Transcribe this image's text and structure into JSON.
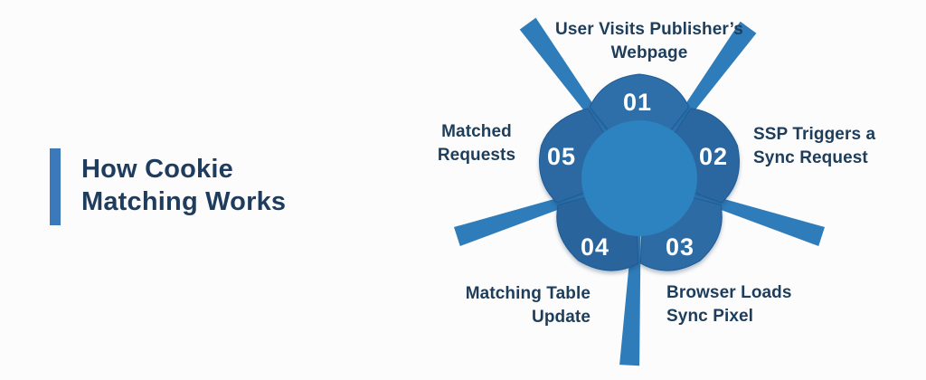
{
  "page": {
    "background": "#fcfcfc"
  },
  "title": {
    "line1": "How Cookie",
    "line2": "Matching Works"
  },
  "diagram": {
    "type": "cycle-flower",
    "steps": [
      {
        "number": "01",
        "line1": "User Visits Publisher’s",
        "line2": "Webpage"
      },
      {
        "number": "02",
        "line1": "SSP Triggers a",
        "line2": "Sync Request"
      },
      {
        "number": "03",
        "line1": "Browser Loads",
        "line2": "Sync Pixel"
      },
      {
        "number": "04",
        "line1": "Matching Table",
        "line2": "Update"
      },
      {
        "number": "05",
        "line1": "Matched",
        "line2": "Requests"
      }
    ]
  },
  "colors": {
    "accent_bar": "#3b79bb",
    "title_text": "#1e3c5e",
    "label_text": "#1e3d5b",
    "number_text": "#ffffff",
    "center_circle": "#2d82c0",
    "ray": "#2e7cba",
    "petals": [
      "#2e6fa9",
      "#2a67a0",
      "#2d6ba5",
      "#29649c",
      "#2c69a2"
    ],
    "petal_seam": "#215a92"
  }
}
